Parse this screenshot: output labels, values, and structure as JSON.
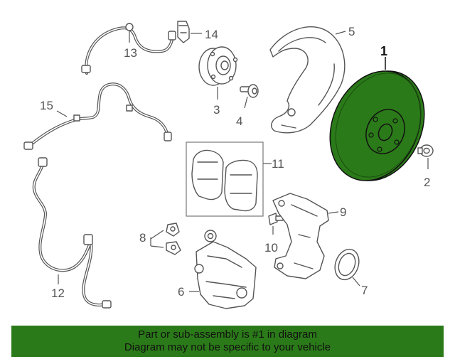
{
  "callouts": {
    "c1": "1",
    "c2": "2",
    "c3": "3",
    "c4": "4",
    "c5": "5",
    "c6": "6",
    "c7": "7",
    "c8": "8",
    "c9": "9",
    "c10": "10",
    "c11": "11",
    "c12": "12",
    "c13": "13",
    "c14": "14",
    "c15": "15"
  },
  "colors": {
    "highlight": "#2b7a19",
    "line": "#555555",
    "banner": "#2b7a19"
  },
  "banner": {
    "line1": "Part or sub-assembly is #1 in diagram",
    "line2": "Diagram may not be specific to your vehicle"
  }
}
